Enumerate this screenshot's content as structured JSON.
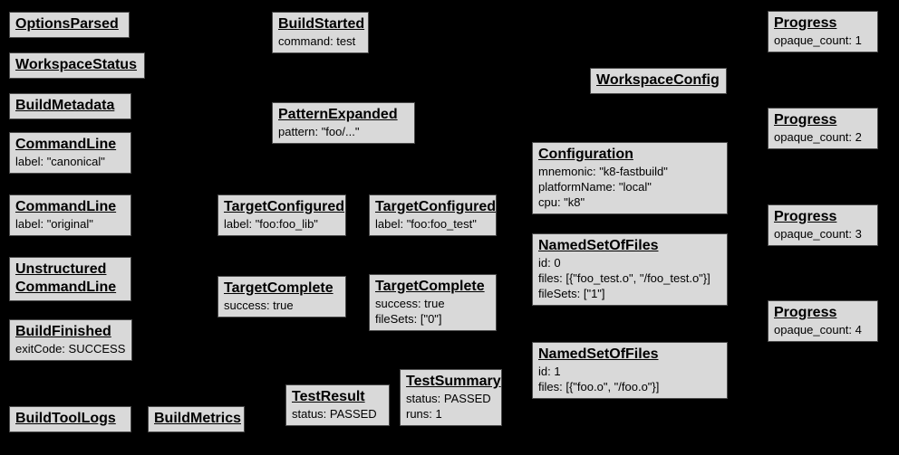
{
  "canvas": {
    "background_color": "#000000",
    "node_fill_color": "#d9d9d9",
    "node_border_color": "#4a4a4a",
    "text_color": "#000000"
  },
  "nodes": [
    {
      "title": "OptionsParsed",
      "body": ""
    },
    {
      "title": "WorkspaceStatus",
      "body": ""
    },
    {
      "title": "BuildMetadata",
      "body": ""
    },
    {
      "title": "CommandLine",
      "body": "label: \"canonical\""
    },
    {
      "title": "CommandLine",
      "body": "label: \"original\""
    },
    {
      "title": "Unstructured\nCommandLine",
      "body": ""
    },
    {
      "title": "BuildFinished",
      "body": "exitCode: SUCCESS"
    },
    {
      "title": "BuildToolLogs",
      "body": ""
    },
    {
      "title": "BuildMetrics",
      "body": ""
    },
    {
      "title": "BuildStarted",
      "body": "command: test"
    },
    {
      "title": "PatternExpanded",
      "body": "pattern: \"foo/...\""
    },
    {
      "title": "TargetConfigured",
      "body": "label: \"foo:foo_lib\""
    },
    {
      "title": "TargetConfigured",
      "body": "label: \"foo:foo_test\""
    },
    {
      "title": "TargetComplete",
      "body": "success: true"
    },
    {
      "title": "TargetComplete",
      "body": "success: true\nfileSets: [\"0\"]"
    },
    {
      "title": "TestResult",
      "body": "status: PASSED"
    },
    {
      "title": "TestSummary",
      "body": "status: PASSED\nruns: 1"
    },
    {
      "title": "WorkspaceConfig",
      "body": ""
    },
    {
      "title": "Configuration",
      "body": "mnemonic: \"k8-fastbuild\"\nplatformName: \"local\"\ncpu: \"k8\""
    },
    {
      "title": "NamedSetOfFiles",
      "body": "id: 0\nfiles: [{\"foo_test.o\", \"/foo_test.o\"}]\nfileSets: [\"1\"]"
    },
    {
      "title": "NamedSetOfFiles",
      "body": "id: 1\nfiles: [{\"foo.o\", \"/foo.o\"}]"
    },
    {
      "title": "Progress",
      "body": "opaque_count: 1"
    },
    {
      "title": "Progress",
      "body": "opaque_count: 2"
    },
    {
      "title": "Progress",
      "body": "opaque_count: 3"
    },
    {
      "title": "Progress",
      "body": "opaque_count: 4"
    }
  ]
}
